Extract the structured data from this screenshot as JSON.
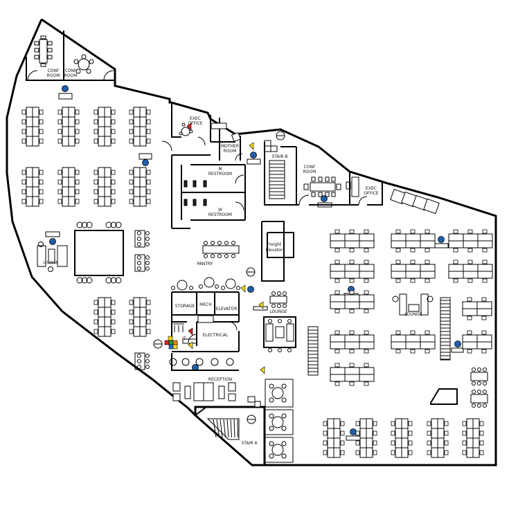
{
  "rooms": {
    "conf_room_left": "CONF\nROOM",
    "conf_room_right": "CONF\nROOM",
    "conf_room_top": "CONF\nROOM",
    "exec_office_top": "EXEC\nOFFICE",
    "exec_office_right": "EXEC\nOFFICE",
    "mother_room": "MOTHER\nROOM",
    "m_restroom": "M\nRESTROOM",
    "w_restroom": "W\nRESTROOM",
    "stair_b": "STAIR B",
    "stair_a": "STAIR A",
    "freight_elevator": "Freight\nElevator",
    "pantry": "PANTRY",
    "lounge_left": "LOUNGE",
    "lounge_mid": "LOUNGE",
    "lounge_right": "LOUNGE",
    "storage": "STORAGE",
    "mech": "MECH",
    "elevator": "ELEVATOR",
    "electrical": "ELECTRICAL",
    "it": "IT",
    "reception": "RECEPTION"
  },
  "colors": {
    "access_point": "#1f5fa8",
    "device_red": "#e0241b",
    "device_yellow": "#f5d90a",
    "device_green": "#1a9e3a",
    "device_blue": "#1f6fd1",
    "device_orange": "#f08a00"
  },
  "icons": {
    "access_point": "access-point-icon",
    "camera": "camera-icon",
    "extinguisher": "fire-extinguisher-icon"
  }
}
